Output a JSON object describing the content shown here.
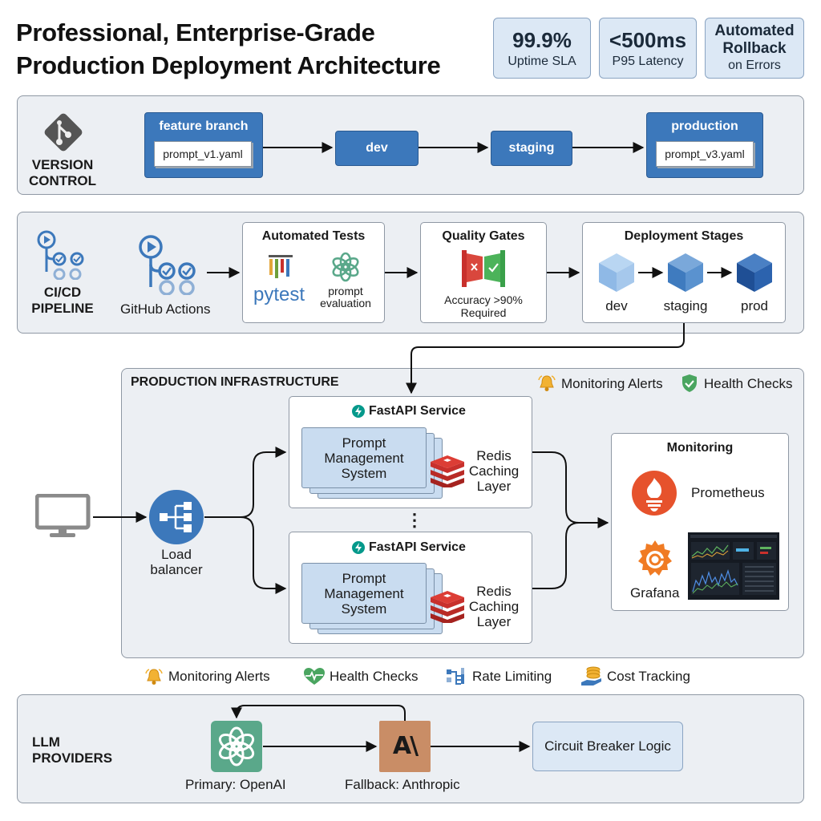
{
  "title": {
    "line1": "Professional, Enterprise-Grade",
    "line2": "Production Deployment Architecture"
  },
  "kpis": [
    {
      "big": "99.9%",
      "small": "Uptime SLA"
    },
    {
      "big": "<500ms",
      "small": "P95 Latency"
    },
    {
      "big_line1": "Automated",
      "big_line2": "Rollback",
      "small": "on Errors"
    }
  ],
  "version_control": {
    "label_line1": "VERSION",
    "label_line2": "CONTROL",
    "icon": "git-icon",
    "feature_branch": "feature branch",
    "feature_file": "prompt_v1.yaml",
    "dev": "dev",
    "staging": "staging",
    "production": "production",
    "production_file": "prompt_v3.yaml"
  },
  "cicd": {
    "label_line1": "CI/CD",
    "label_line2": "PIPELINE",
    "github_actions": "GitHub Actions",
    "automated_tests": {
      "title": "Automated Tests",
      "pytest": "pytest",
      "prompt_line1": "prompt",
      "prompt_line2": "evaluation"
    },
    "quality_gates": {
      "title": "Quality Gates",
      "line1": "Accuracy >90%",
      "line2": "Required"
    },
    "deployment_stages": {
      "title": "Deployment Stages",
      "stages": [
        "dev",
        "staging",
        "prod"
      ]
    }
  },
  "infra": {
    "title": "PRODUCTION INFRASTRUCTURE",
    "top_alert": "Monitoring Alerts",
    "top_health": "Health Checks",
    "load_balancer_line1": "Load",
    "load_balancer_line2": "balancer",
    "services": [
      {
        "title": "FastAPI Service",
        "pms_line1": "Prompt",
        "pms_line2": "Management",
        "pms_line3": "System",
        "redis_line1": "Redis",
        "redis_line2": "Caching",
        "redis_line3": "Layer"
      },
      {
        "title": "FastAPI Service",
        "pms_line1": "Prompt",
        "pms_line2": "Management",
        "pms_line3": "System",
        "redis_line1": "Redis",
        "redis_line2": "Caching",
        "redis_line3": "Layer"
      }
    ],
    "ellipsis": "⋮",
    "monitoring": {
      "title": "Monitoring",
      "prometheus": "Prometheus",
      "grafana": "Grafana"
    }
  },
  "features": [
    {
      "label": "Monitoring Alerts",
      "icon": "bell-icon"
    },
    {
      "label": "Health Checks",
      "icon": "heart-pulse-icon"
    },
    {
      "label": "Rate Limiting",
      "icon": "rate-limit-icon"
    },
    {
      "label": "Cost Tracking",
      "icon": "coins-icon"
    }
  ],
  "llm": {
    "label_line1": "LLM",
    "label_line2": "PROVIDERS",
    "primary": "Primary: OpenAI",
    "fallback": "Fallback: Anthropic",
    "anthropic_mark": "A\\",
    "circuit_breaker": "Circuit Breaker Logic"
  },
  "colors": {
    "accent_blue": "#3c78bb",
    "panel_bg": "#eceff3",
    "light_blue": "#c9dcf0",
    "redis_red": "#c8302c",
    "openai_green": "#5aa88a",
    "anthropic_tan": "#c98d66",
    "prometheus_orange": "#e6522c",
    "grafana_orange": "#f07b24"
  }
}
